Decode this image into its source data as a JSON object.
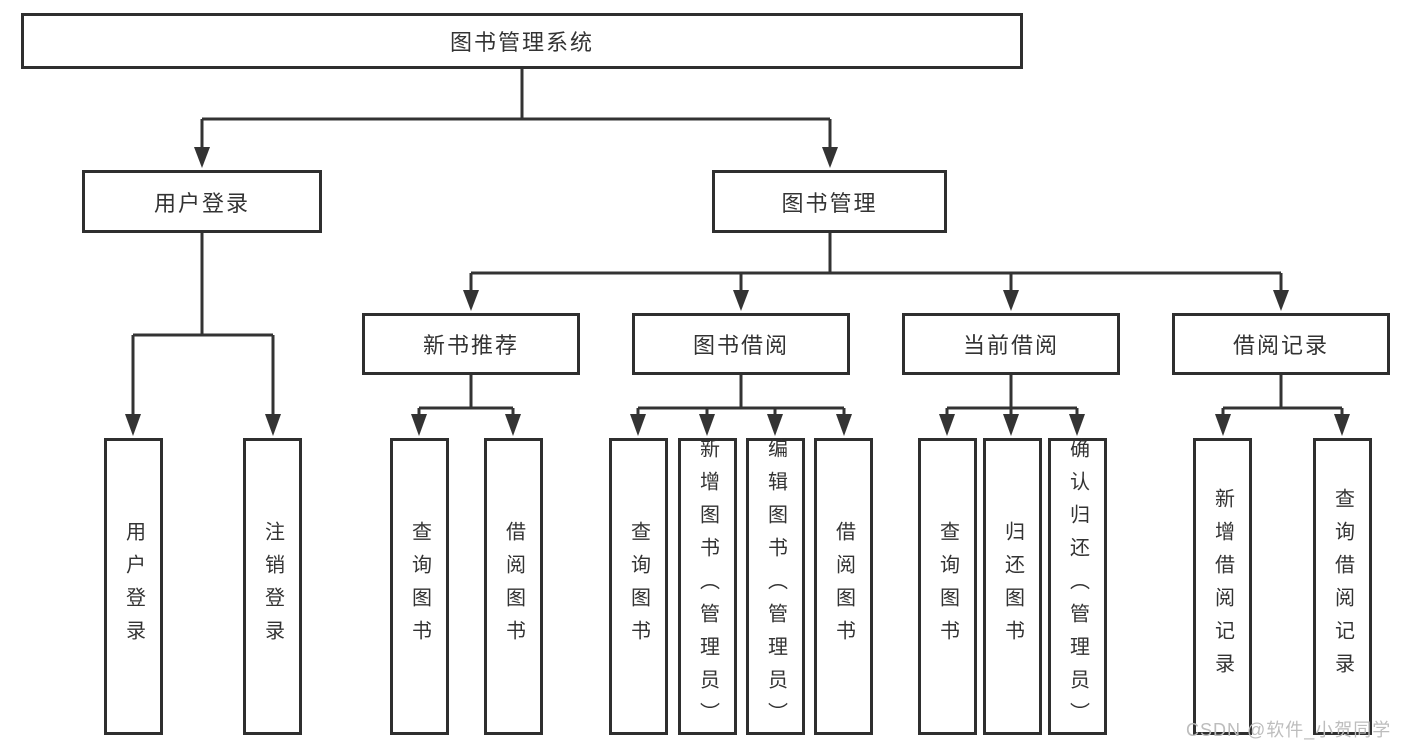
{
  "colors": {
    "line": "#333333",
    "box_border": "#2f2f2f",
    "text": "#333333",
    "watermark": "#bdbdbd",
    "background": "#ffffff"
  },
  "tree": {
    "root": {
      "label": "图书管理系统"
    },
    "branches": [
      {
        "label": "用户登录",
        "leaves": [
          "用户登录",
          "注销登录"
        ]
      },
      {
        "label": "图书管理",
        "groups": [
          {
            "label": "新书推荐",
            "leaves": [
              "查询图书",
              "借阅图书"
            ]
          },
          {
            "label": "图书借阅",
            "leaves": [
              "查询图书",
              "新增图书（管理员）",
              "编辑图书（管理员）",
              "借阅图书"
            ]
          },
          {
            "label": "当前借阅",
            "leaves": [
              "查询图书",
              "归还图书",
              "确认归还（管理员）"
            ]
          },
          {
            "label": "借阅记录",
            "leaves": [
              "新增借阅记录",
              "查询借阅记录"
            ]
          }
        ]
      }
    ]
  },
  "watermark": {
    "text": "CSDN @软件_小贺同学"
  }
}
